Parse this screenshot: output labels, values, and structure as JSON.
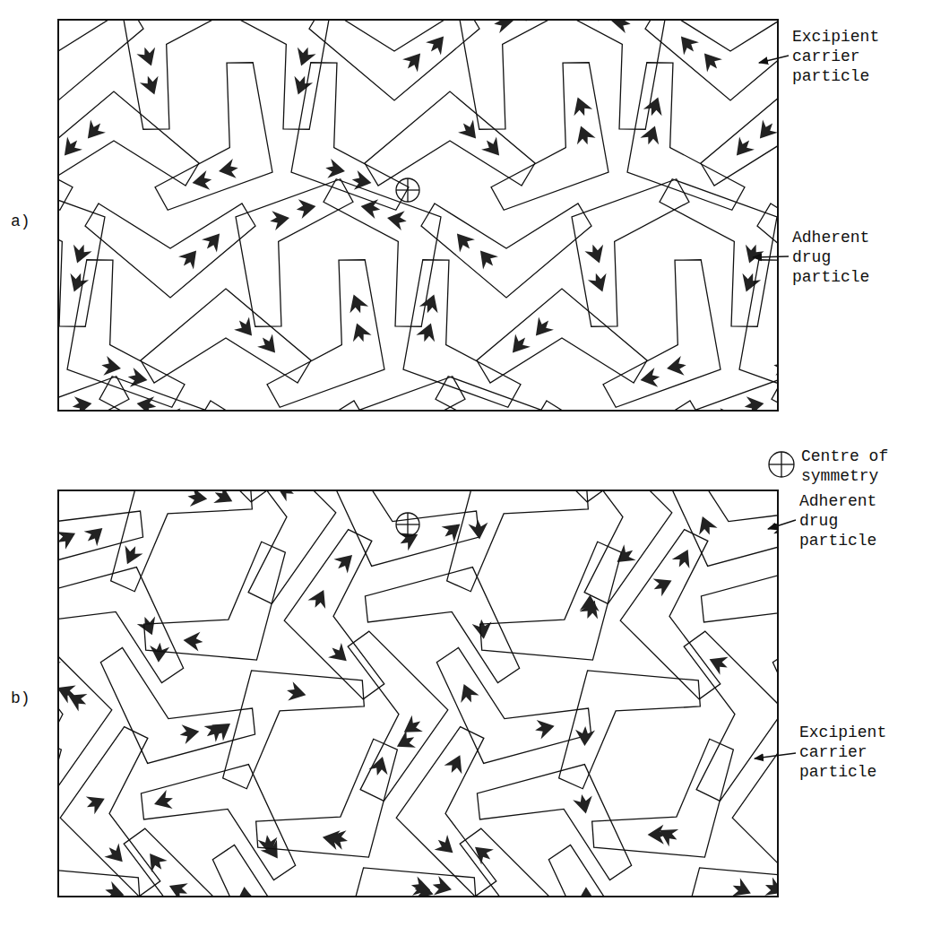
{
  "diagram": {
    "labels": [
      "a)",
      "Excipient carrier particle",
      "Adherent drug particle",
      "Centre of symmetry",
      "b)",
      "Adherent drug particle",
      "Excipient carrier particle"
    ]
  }
}
